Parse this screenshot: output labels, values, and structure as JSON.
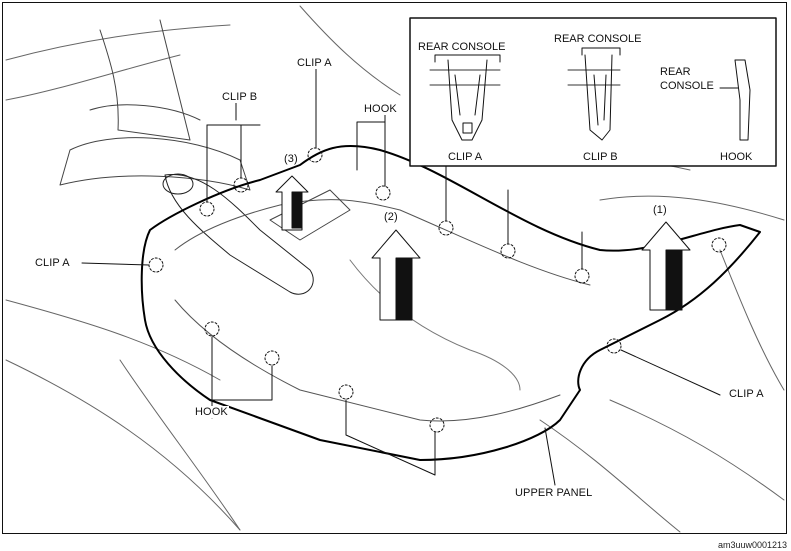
{
  "labels": {
    "clip_a": "CLIP A",
    "clip_b": "CLIP B",
    "hook": "HOOK",
    "upper_panel": "UPPER PANEL",
    "step1": "(1)",
    "step2": "(2)",
    "step3": "(3)"
  },
  "inset": {
    "rear_console": "REAR CONSOLE",
    "rear": "REAR",
    "console": "CONSOLE",
    "clip_a": "CLIP A",
    "clip_b": "CLIP B",
    "hook": "HOOK"
  },
  "figure_code": "am3uuw0001213"
}
